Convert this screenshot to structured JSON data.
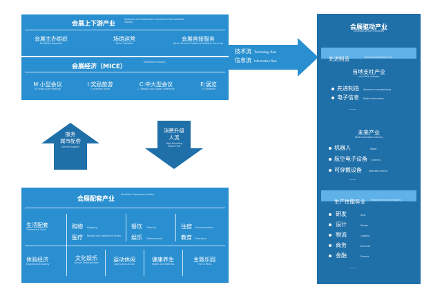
{
  "top": {
    "title": "会展上下游产业",
    "title_en": "Upstream and downstream industries of the exhibition industry",
    "left_cn": "会展主办组织",
    "left_en": "Exhibition Organizer",
    "mid_cn": "场馆运营",
    "mid_en": "Venue Operator",
    "right_cn": "会展直接服务",
    "right_en": "Direct Service Providers (Exhibition Services)",
    "mice_title": "会展经济（MICE）",
    "mice_en": "Exhibition Economy",
    "m": {
      "cn": "M:小型会议",
      "en": "M: Small-Scale Meeting"
    },
    "i": {
      "cn": "I:奖励旅游",
      "en": "I: Incentive Travel"
    },
    "c": {
      "cn": "C:中大型会议",
      "en": "C: Medium and Large Conference"
    },
    "e": {
      "cn": "E:展览",
      "en": "E: Exhibition"
    }
  },
  "arrow_right": {
    "line1_cn": "技术流",
    "line1_en": "Technology flow",
    "line2_cn": "信息流",
    "line2_en": "Information flow"
  },
  "arrow_up": {
    "cn1": "服务",
    "cn2": "城市配套",
    "en": "Service Support"
  },
  "arrow_down": {
    "cn1": "消费升级",
    "cn2": "人流",
    "en1": "High-Spending",
    "en2": "Visitor Flow"
  },
  "bottom": {
    "title": "会展配套产业",
    "title_en": "Exhibition Supporting Industry",
    "cells": [
      {
        "cn": "生活配套",
        "en": "Commercial Zone"
      },
      {
        "cn": "购物",
        "en": "Shopping"
      },
      {
        "cn": "医疗",
        "en": "Medical and Healthcare Center"
      },
      {
        "cn": "餐饮",
        "en": "Catering"
      },
      {
        "cn": "娱乐",
        "en": "Entertainment"
      },
      {
        "cn": "住宿",
        "en": "Accommodation"
      },
      {
        "cn": "教育",
        "en": "Education"
      },
      {
        "cn": "体验经济",
        "en": "Experience Economy"
      },
      {
        "cn": "文化娱乐",
        "en": "Culture Entertainment"
      },
      {
        "cn": "运动休闲",
        "en": "Sports and Leisure"
      },
      {
        "cn": "健康养生",
        "en": "Health and Wellness"
      },
      {
        "cn": "主题乐园",
        "en": "Theme Parks"
      }
    ]
  },
  "right": {
    "title": "会展驱动产业",
    "title_en": "Exhibition-Driven Industries",
    "adv_cn": "先进制造",
    "adv_en": "Advanced Manufacturing",
    "local_cn": "当地支柱产业",
    "local_en": "Local Pillar Industry",
    "local_items": [
      {
        "cn": "先进制造",
        "en": "Advanced manufacturing"
      },
      {
        "cn": "电子信息",
        "en": "Digital information"
      }
    ],
    "future_cn": "未来产业",
    "future_en": "Next-Generation Industry",
    "future_items": [
      {
        "cn": "机器人",
        "en": "Robot"
      },
      {
        "cn": "航空电子设备",
        "en": "Avionics"
      },
      {
        "cn": "可穿戴设备",
        "en": "Wearable Device"
      }
    ],
    "prod_cn": "生产性服务业",
    "prod_en": "Productive Service Industry",
    "prod_items": [
      {
        "cn": "研发",
        "en": "R&D"
      },
      {
        "cn": "设计",
        "en": "Design"
      },
      {
        "cn": "物流",
        "en": "Logistics"
      },
      {
        "cn": "商务",
        "en": "Business"
      },
      {
        "cn": "金融",
        "en": "Finance"
      }
    ],
    "ellipsis": "......"
  }
}
